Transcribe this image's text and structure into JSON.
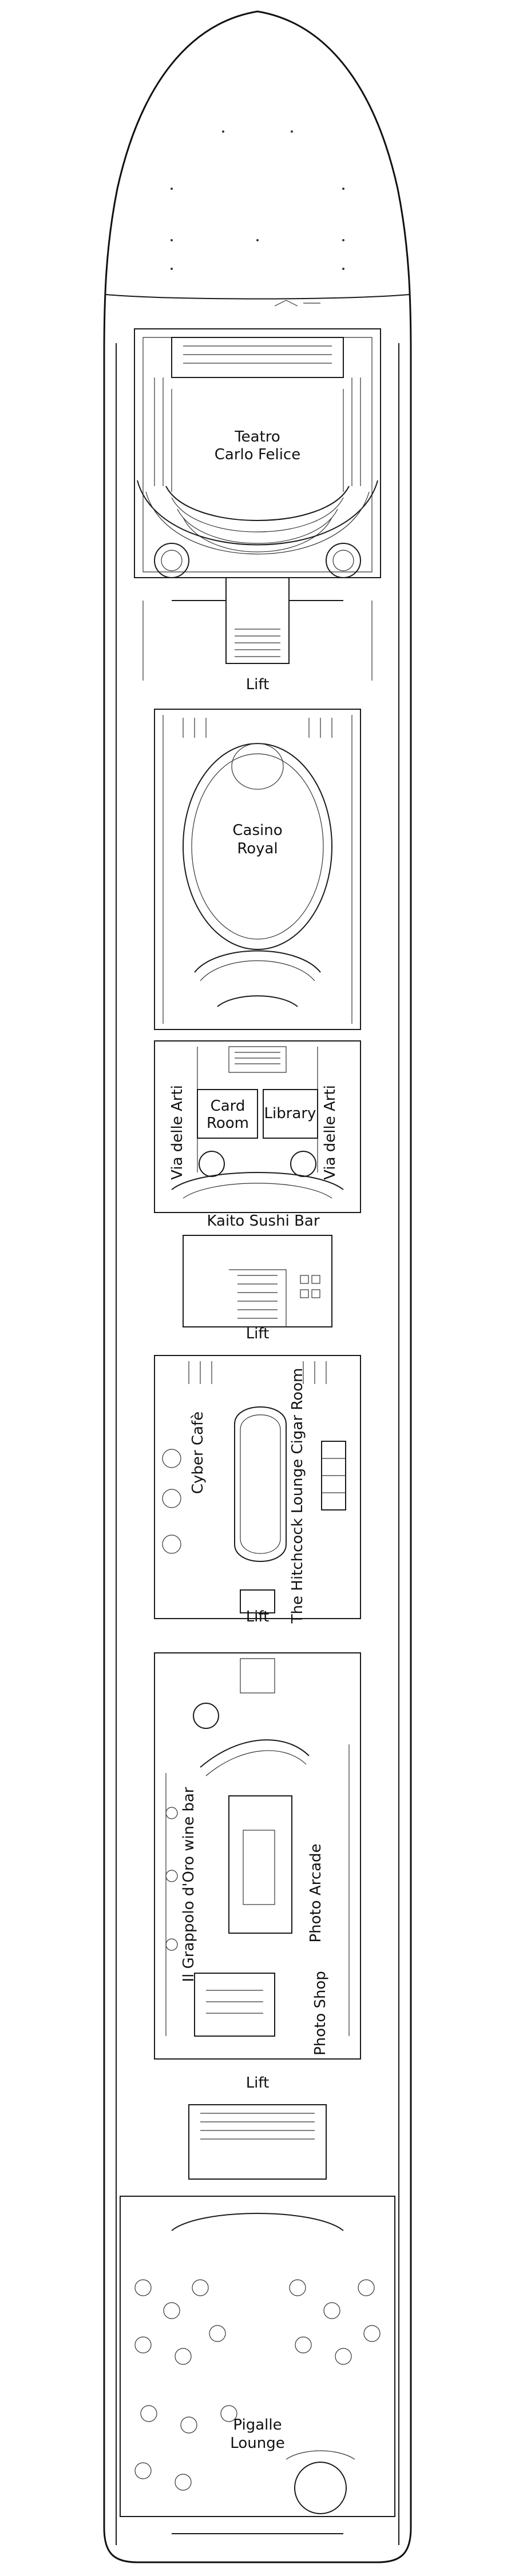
{
  "deck_plan": {
    "venues": {
      "teatro": [
        "Teatro",
        "Carlo Felice"
      ],
      "casino": [
        "Casino",
        "Royal"
      ],
      "card_room": [
        "Card",
        "Room"
      ],
      "library": "Library",
      "via_left": "Via delle Arti",
      "via_right": "Via delle Arti",
      "kaito": "Kaito Sushi Bar",
      "cyber": "Cyber Cafè",
      "hitchcock": "The Hitchcock Lounge Cigar Room",
      "grappolo": "Il Grappolo d'Oro wine bar",
      "photo_arcade": "Photo Arcade",
      "photo_shop": "Photo Shop",
      "pigalle": [
        "Pigalle",
        "Lounge"
      ]
    },
    "lifts": [
      "Lift",
      "Lift",
      "Lift",
      "Lift"
    ],
    "colors": {
      "line": "#1a1a1a",
      "background": "#ffffff"
    }
  }
}
